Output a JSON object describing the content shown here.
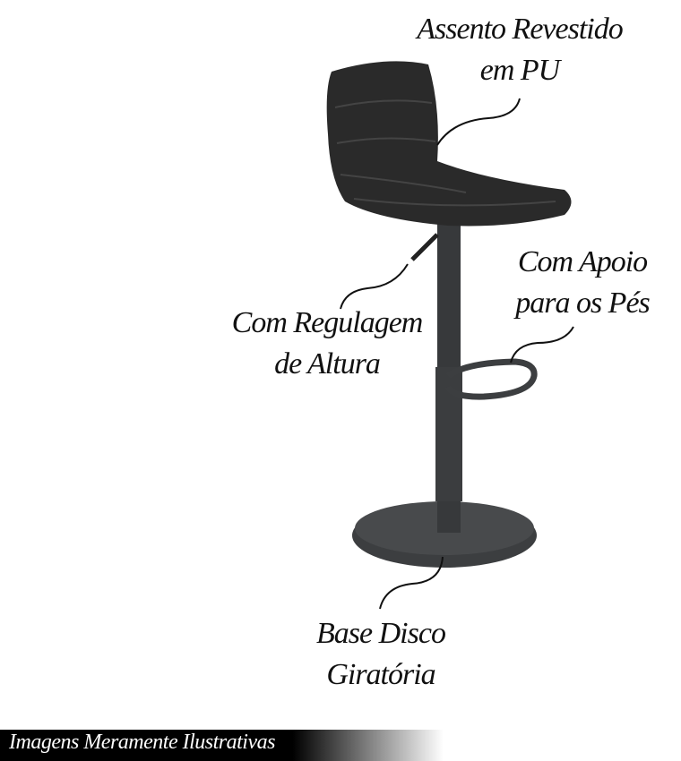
{
  "labels": {
    "seat": [
      "Assento Revestido",
      "em PU"
    ],
    "height": [
      "Com Regulagem",
      "de Altura"
    ],
    "footrest": [
      "Com Apoio",
      "para os Pés"
    ],
    "base": [
      "Base Disco",
      "Giratória"
    ]
  },
  "banner": "Imagens Meramente Ilustrativas",
  "colors": {
    "stool": "#2b2b2b",
    "metal": "#3a3c3e"
  }
}
